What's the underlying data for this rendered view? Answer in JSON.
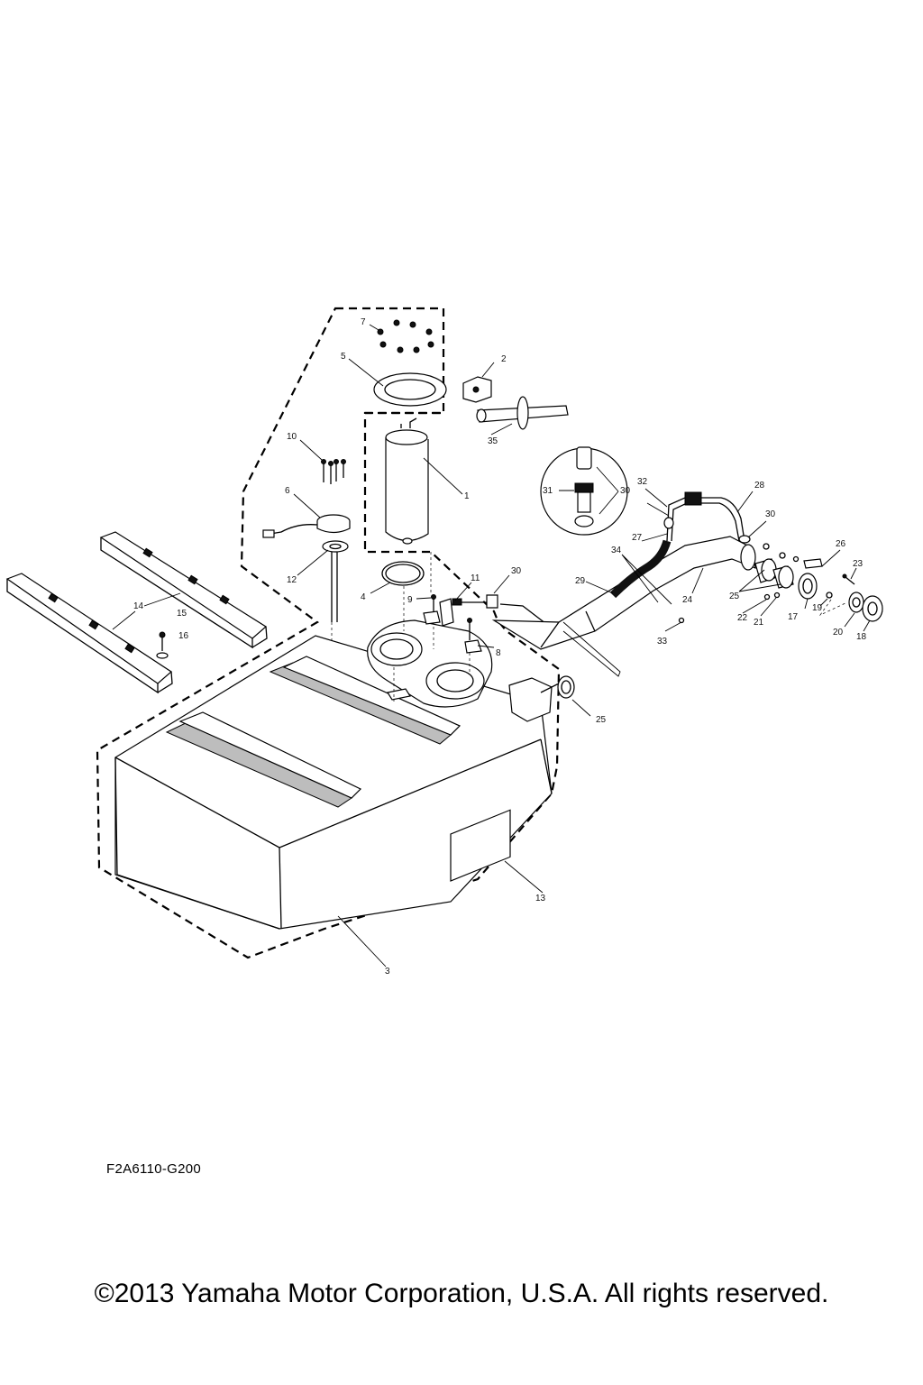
{
  "diagram_code": "F2A6110-G200",
  "copyright": "©2013 Yamaha Motor Corporation, U.S.A. All rights reserved.",
  "callouts": [
    {
      "id": "c1",
      "text": "1"
    },
    {
      "id": "c2",
      "text": "2"
    },
    {
      "id": "c3",
      "text": "3"
    },
    {
      "id": "c4",
      "text": "4"
    },
    {
      "id": "c5",
      "text": "5"
    },
    {
      "id": "c6",
      "text": "6"
    },
    {
      "id": "c7",
      "text": "7"
    },
    {
      "id": "c8",
      "text": "8"
    },
    {
      "id": "c9",
      "text": "9"
    },
    {
      "id": "c10",
      "text": "10"
    },
    {
      "id": "c11",
      "text": "11"
    },
    {
      "id": "c12",
      "text": "12"
    },
    {
      "id": "c13",
      "text": "13"
    },
    {
      "id": "c14",
      "text": "14"
    },
    {
      "id": "c15",
      "text": "15"
    },
    {
      "id": "c16",
      "text": "16"
    },
    {
      "id": "c17",
      "text": "17"
    },
    {
      "id": "c18",
      "text": "18"
    },
    {
      "id": "c19",
      "text": "19"
    },
    {
      "id": "c20",
      "text": "20"
    },
    {
      "id": "c21",
      "text": "21"
    },
    {
      "id": "c22",
      "text": "22"
    },
    {
      "id": "c23",
      "text": "23"
    },
    {
      "id": "c24",
      "text": "24"
    },
    {
      "id": "c25a",
      "text": "25"
    },
    {
      "id": "c25b",
      "text": "25"
    },
    {
      "id": "c26",
      "text": "26"
    },
    {
      "id": "c27",
      "text": "27"
    },
    {
      "id": "c28",
      "text": "28"
    },
    {
      "id": "c29",
      "text": "29"
    },
    {
      "id": "c30a",
      "text": "30"
    },
    {
      "id": "c30b",
      "text": "30"
    },
    {
      "id": "c30c",
      "text": "30"
    },
    {
      "id": "c31",
      "text": "31"
    },
    {
      "id": "c32",
      "text": "32"
    },
    {
      "id": "c33",
      "text": "33"
    },
    {
      "id": "c34",
      "text": "34"
    },
    {
      "id": "c35",
      "text": "35"
    }
  ]
}
